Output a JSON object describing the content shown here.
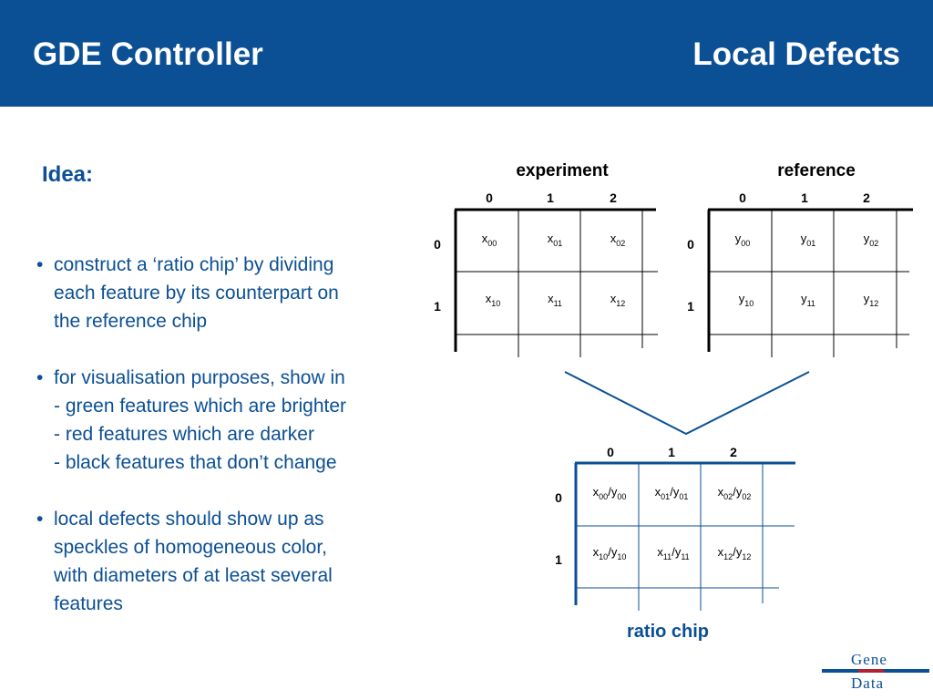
{
  "header": {
    "title_left": "GDE Controller",
    "title_right": "Local Defects",
    "background": "#0b4f94"
  },
  "idea_heading": "Idea:",
  "bullets": [
    {
      "lines": [
        "construct a ‘ratio chip’ by dividing",
        "each feature by its counterpart on",
        "the reference chip"
      ]
    },
    {
      "lines": [
        "for visualisation purposes, show in",
        "- green features which are brighter",
        "- red features which are darker",
        "- black features that don’t change"
      ]
    },
    {
      "lines": [
        "local defects should show up as",
        "speckles of homogeneous color,",
        "with diameters of at least several",
        "features"
      ]
    }
  ],
  "grids": {
    "experiment": {
      "title": "experiment",
      "col_labels": [
        "0",
        "1",
        "2"
      ],
      "row_labels": [
        "0",
        "1"
      ],
      "cells": [
        [
          {
            "base": "x",
            "sub": "00"
          },
          {
            "base": "x",
            "sub": "01"
          },
          {
            "base": "x",
            "sub": "02"
          }
        ],
        [
          {
            "base": "x",
            "sub": "10"
          },
          {
            "base": "x",
            "sub": "11"
          },
          {
            "base": "x",
            "sub": "12"
          }
        ]
      ]
    },
    "reference": {
      "title": "reference",
      "col_labels": [
        "0",
        "1",
        "2"
      ],
      "row_labels": [
        "0",
        "1"
      ],
      "cells": [
        [
          {
            "base": "y",
            "sub": "00"
          },
          {
            "base": "y",
            "sub": "01"
          },
          {
            "base": "y",
            "sub": "02"
          }
        ],
        [
          {
            "base": "y",
            "sub": "10"
          },
          {
            "base": "y",
            "sub": "11"
          },
          {
            "base": "y",
            "sub": "12"
          }
        ]
      ]
    },
    "ratio": {
      "title": "ratio chip",
      "col_labels": [
        "0",
        "1",
        "2"
      ],
      "row_labels": [
        "0",
        "1"
      ],
      "cells": [
        [
          {
            "a": "x",
            "as": "00",
            "b": "y",
            "bs": "00"
          },
          {
            "a": "x",
            "as": "01",
            "b": "y",
            "bs": "01"
          },
          {
            "a": "x",
            "as": "02",
            "b": "y",
            "bs": "02"
          }
        ],
        [
          {
            "a": "x",
            "as": "10",
            "b": "y",
            "bs": "10"
          },
          {
            "a": "x",
            "as": "11",
            "b": "y",
            "bs": "11"
          },
          {
            "a": "x",
            "as": "12",
            "b": "y",
            "bs": "12"
          }
        ]
      ]
    }
  },
  "logo": {
    "line1": "Gene",
    "line2": "Data",
    "accent_blue": "#0b4f94",
    "accent_red": "#b22234"
  }
}
